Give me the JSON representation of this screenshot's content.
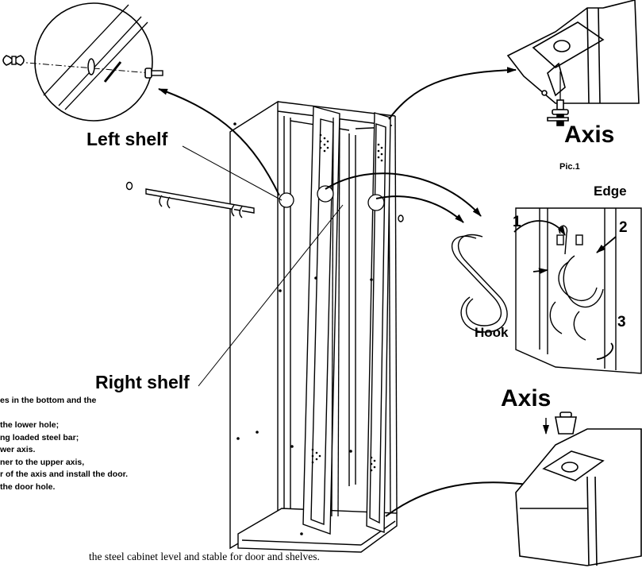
{
  "labels": {
    "left_shelf": "Left shelf",
    "right_shelf": "Right shelf",
    "axis_top": "Axis",
    "pic1": "Pic.1",
    "edge": "Edge",
    "hook": "Hook",
    "axis_bottom": "Axis",
    "step1": "1",
    "step2": "2",
    "step3": "3"
  },
  "instructions": [
    "es in the bottom and the",
    "",
    " the lower hole;",
    "ng loaded steel bar;",
    "wer axis.",
    "ner to the upper axis,",
    "r of the axis and install the door.",
    " the door hole."
  ],
  "footer": "the  steel  cabinet  level  and  stable  for  door  and  shelves."
}
